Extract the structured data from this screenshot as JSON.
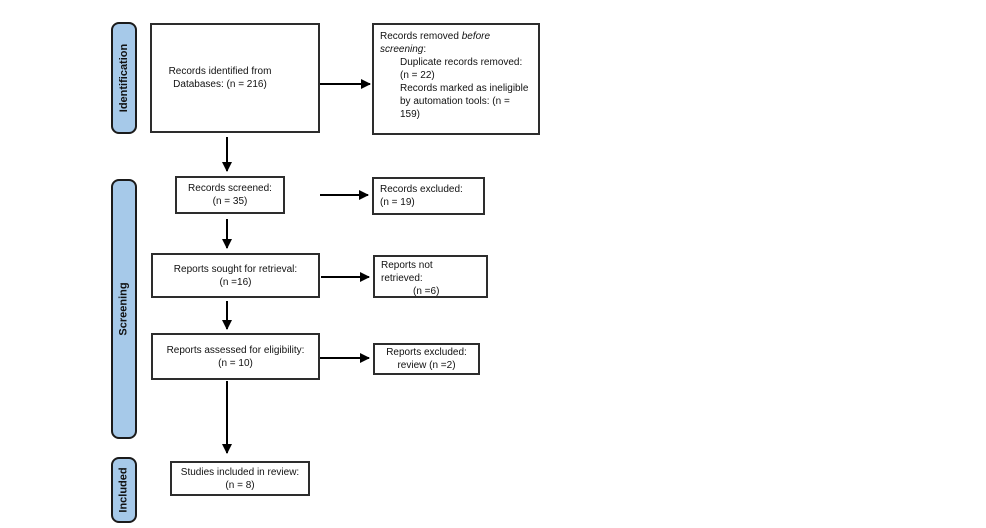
{
  "stages": {
    "identification": "Identification",
    "screening": "Screening",
    "included": "Included"
  },
  "boxes": {
    "identified": {
      "lines": [
        "Records identified from",
        "Databases: (n = 216)"
      ]
    },
    "removed": {
      "prefix": "Records removed ",
      "italic1": "before",
      "italic2": "screening",
      "suffix": ":",
      "items": [
        "Duplicate records removed:",
        "(n = 22)",
        "Records marked as ineligible",
        "by automation tools: (n =",
        "159)"
      ]
    },
    "screened": {
      "lines": [
        "Records screened:",
        "(n = 35)"
      ]
    },
    "records_excluded": {
      "lines": [
        "Records excluded:",
        "(n = 19)"
      ]
    },
    "sought": {
      "lines": [
        "Reports sought for retrieval:",
        "(n =16)"
      ]
    },
    "not_retrieved": {
      "lines": [
        "Reports not",
        "retrieved:",
        "(n =6)"
      ]
    },
    "assessed": {
      "lines": [
        "Reports assessed for eligibility:",
        "(n = 10)"
      ]
    },
    "reports_excluded": {
      "lines": [
        "Reports excluded:",
        "review (n =2)"
      ]
    },
    "included_studies": {
      "lines": [
        "Studies included in review:",
        "(n = 8)"
      ]
    }
  },
  "colors": {
    "stage_fill": "#a6c9e9",
    "stage_border": "#1b1b1b",
    "box_border": "#2d2d2d",
    "arrow": "#000000",
    "text": "#111111"
  }
}
